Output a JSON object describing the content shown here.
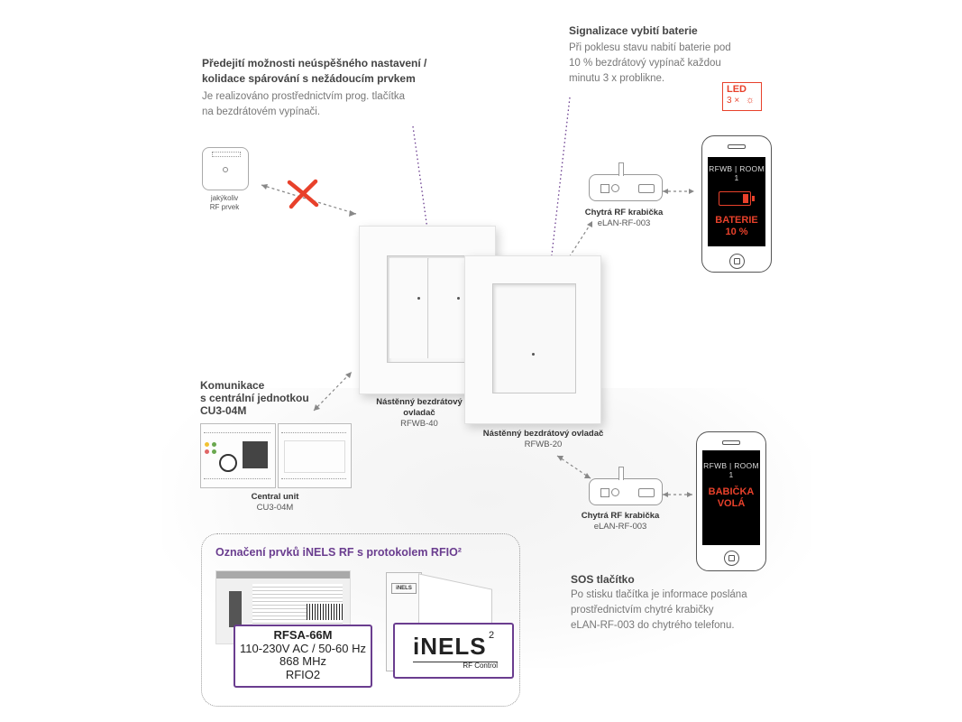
{
  "colors": {
    "accent_purple": "#6a3d8f",
    "alert_red": "#e8412b",
    "line_gray": "#888888"
  },
  "section_prevent": {
    "title_line1": "Předejití možnosti neúspěšného nastavení /",
    "title_line2": "kolidace spárování s nežádoucím prvkem",
    "text_line1": "Je realizováno prostřednictvím prog. tlačítka",
    "text_line2": "na bezdrátovém vypínači."
  },
  "section_battery": {
    "title": "Signalizace vybití baterie",
    "text_line1": "Při poklesu stavu nabití baterie pod",
    "text_line2": "10 % bezdrátový vypínač každou",
    "text_line3": "minutu 3 x problikne."
  },
  "led_badge": {
    "line1": "LED",
    "line2": "3 ×",
    "icon": "sun-blink-icon"
  },
  "rf_element": {
    "line1": "jakýkoliv",
    "line2": "RF prvek"
  },
  "phone_top": {
    "header": "RFWB | ROOM 1",
    "line1": "BATERIE",
    "line2": "10 %",
    "battery_level": 0.1
  },
  "phone_bottom": {
    "header": "RFWB | ROOM 1",
    "line1": "BABIČKA",
    "line2": "VOLÁ"
  },
  "rf_box_top": {
    "name": "Chytrá RF krabička",
    "model": "eLAN-RF-003"
  },
  "rf_box_bottom": {
    "name": "Chytrá RF krabička",
    "model": "eLAN-RF-003"
  },
  "switch_40": {
    "name_line1": "Nástěnný bezdrátový",
    "name_line2": "ovladač",
    "model": "RFWB-40"
  },
  "switch_20": {
    "name": "Nástěnný bezdrátový ovladač",
    "model": "RFWB-20"
  },
  "section_comm": {
    "line1": "Komunikace",
    "line2": "s centrální jednotkou",
    "line3": "CU3-04M"
  },
  "central_unit": {
    "name": "Central unit",
    "model": "CU3-04M"
  },
  "section_sos": {
    "title": "SOS tlačítko",
    "text_line1": "Po stisku tlačítka je informace poslána",
    "text_line2": "prostřednictvím chytré krabičky",
    "text_line3": "eLAN-RF-003 do chytrého telefonu."
  },
  "labeling": {
    "title": "Označení prvků iNELS RF s protokolem RFIO²",
    "product_label": {
      "line1": "RFSA-66M",
      "line2": "110-230V AC / 50-60 Hz",
      "line3": "868 MHz",
      "line4": "RFIO2"
    },
    "logo": {
      "brand": "iNELS",
      "sup": "2",
      "sub": "RF Control"
    }
  }
}
